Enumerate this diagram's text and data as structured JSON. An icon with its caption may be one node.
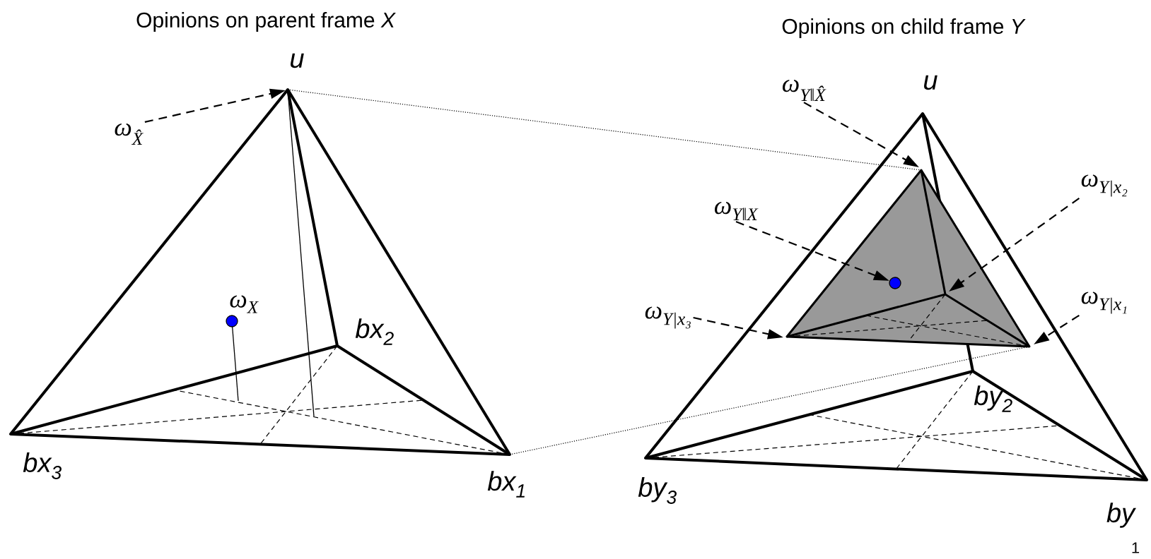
{
  "diagram": {
    "nodes": [
      {
        "text": [
          "ω$_{X̂}$"
        ]
      },
      {
        "text": [
          "ω$_{Y‖X̂}$"
        ]
      },
      {
        "text": [
          "ω$_{Y‖X}$"
        ]
      },
      {
        "text": [],
        "shape": "circle"
      },
      {
        "text": [
          "ω$_{Y|x₂}$"
        ]
      },
      {
        "text": [
          "ω$_{Y|x₃}$"
        ]
      },
      {
        "text": [
          "ω$_{Y|x₁}$"
        ]
      }
    ],
    "edges": [
      {
        "from": 0,
        "to": null,
        "arrow": "to",
        "style": "dashed"
      },
      {
        "from": 1,
        "to": null,
        "arrow": "to",
        "style": "dashed"
      },
      {
        "from": 2,
        "to": 3,
        "arrow": "to",
        "style": "dashed"
      },
      {
        "from": 4,
        "to": null,
        "arrow": "to",
        "style": "dashed"
      },
      {
        "from": 5,
        "to": null,
        "arrow": "to",
        "style": "dashed"
      },
      {
        "from": 6,
        "to": null,
        "arrow": "to",
        "style": "dashed"
      }
    ],
    "labels": [
      "Opinions on parent frame *X*",
      "Opinions on child frame *Y*",
      "u",
      "u",
      "ω$_{X}$",
      "bx$_{2}$",
      "bx$_{3}$",
      "bx$_{1}$",
      "by$_{2}$",
      "by$_{3}$",
      "by",
      "1"
    ]
  }
}
